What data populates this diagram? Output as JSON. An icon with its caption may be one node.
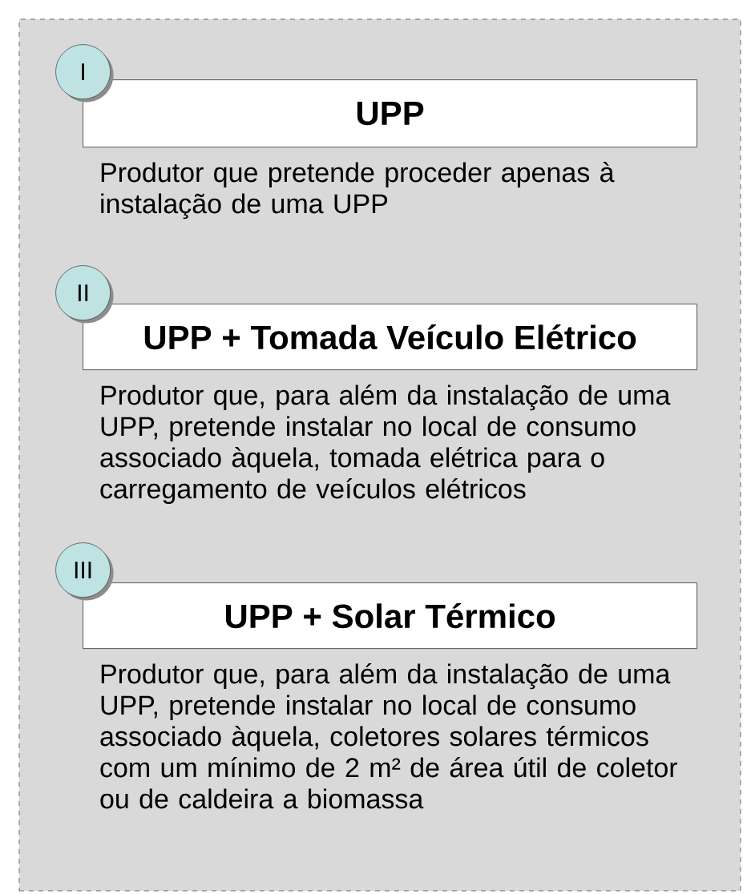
{
  "diagram": {
    "nodes": [
      {
        "text": [],
        "shape": "box"
      },
      {
        "text": [
          "I"
        ],
        "in": 0
      },
      {
        "text": [
          "UPP"
        ],
        "in": 0,
        "beside": [
          "Produtor que pretende proceder apenas à instalação de uma UPP"
        ]
      },
      {
        "text": [
          "II"
        ],
        "in": 0
      },
      {
        "text": [
          "UPP + Tomada Veículo Elétrico"
        ],
        "in": 0,
        "beside": [
          "Produtor que, para além da instalação de uma UPP, pretende instalar no local de consumo associado àquela, tomada elétrica para o carregamento de veículos elétricos"
        ]
      },
      {
        "text": [
          "III"
        ],
        "in": 0
      },
      {
        "text": [
          "UPP + Solar Térmico"
        ],
        "in": 0,
        "beside": [
          "Produtor que, para além da instalação de uma UPP, pretende instalar no local de consumo associado àquela, coletores solares térmicos com um mínimo de 2 m² de área útil de coletor ou de caldeira a biomassa"
        ]
      }
    ]
  }
}
